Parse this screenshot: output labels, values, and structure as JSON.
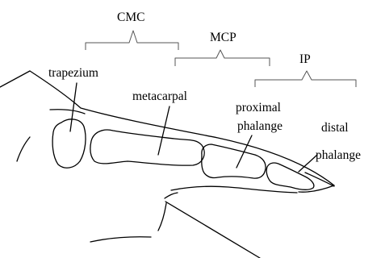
{
  "joints": {
    "cmc": "CMC",
    "mcp": "MCP",
    "ip": "IP"
  },
  "bones": {
    "trapezium": "trapezium",
    "metacarpal": "metacarpal",
    "proximal_line1": "proximal",
    "proximal_line2": "phalange",
    "distal_line1": "distal",
    "distal_line2": "phalange"
  }
}
